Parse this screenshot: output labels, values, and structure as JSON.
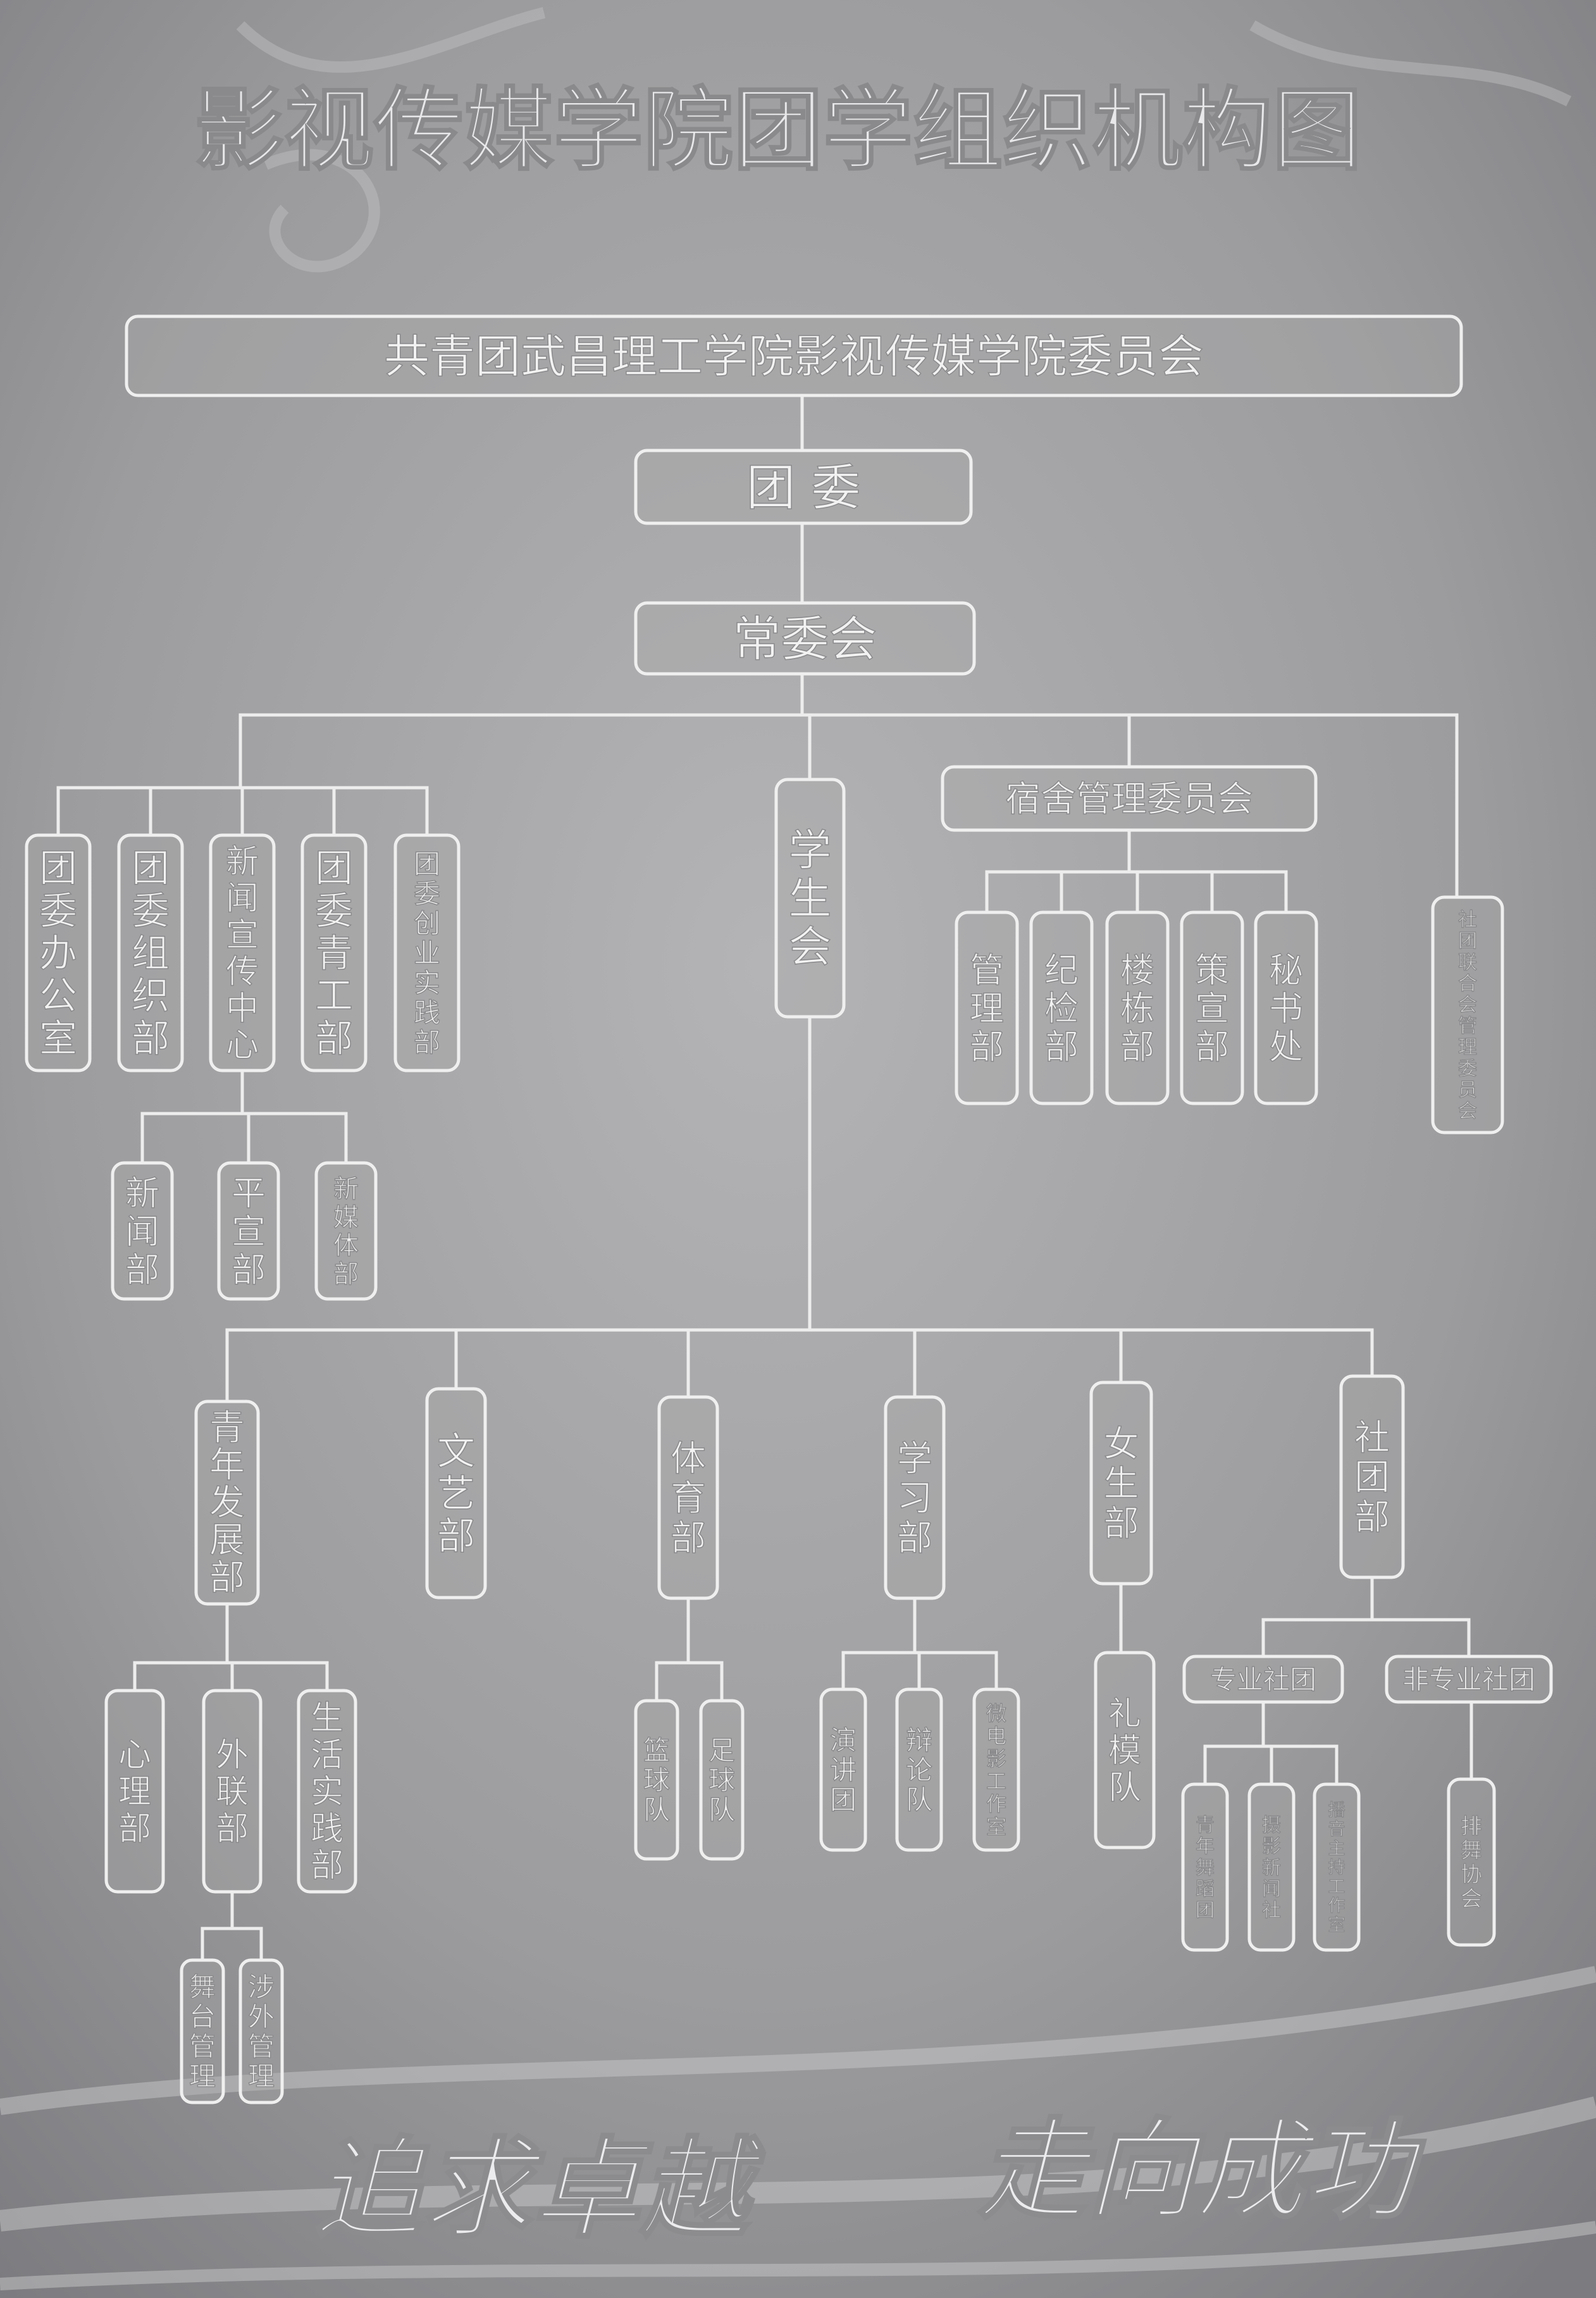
{
  "title": "影视传媒学院团学组织机构图",
  "slogan": {
    "left": "追求卓越",
    "right": "走向成功"
  },
  "nodes": {
    "committee": "共青团武昌理工学院影视传媒学院委员会",
    "tuanwei": "团  委",
    "changweihui": "常委会",
    "tuanwei_office": "团委办公室",
    "tuanwei_org": "团委组织部",
    "news_center": "新闻宣传中心",
    "youth_work": "团委青工部",
    "startup": "团委创业实践部",
    "news_dept": "新闻部",
    "graphic": "平宣部",
    "new_media": "新媒体部",
    "student_union": "学生会",
    "dorm_committee": "宿舍管理委员会",
    "dorm_manage": "管理部",
    "dorm_discipline": "纪检部",
    "dorm_building": "楼栋部",
    "dorm_planning": "策宣部",
    "dorm_secretary": "秘书处",
    "club_council": "社团联合会管理委员会",
    "youth_dev": "青年发展部",
    "arts": "文艺部",
    "sports": "体育部",
    "study": "学习部",
    "female": "女生部",
    "clubs": "社团部",
    "psych": "心理部",
    "external": "外联部",
    "life": "生活实践部",
    "stage": "舞台管理",
    "ext_manage": "涉外管理",
    "basketball": "篮球队",
    "football": "足球队",
    "speech": "演讲团",
    "debate": "辩论队",
    "film_studio": "微电影工作室",
    "etiquette": "礼模队",
    "pro_clubs": "专业社团",
    "nonpro_clubs": "非专业社团",
    "dance": "青年舞蹈团",
    "photo": "摄影新闻社",
    "host": "播音主持工作室",
    "line_dance": "排舞协会"
  }
}
